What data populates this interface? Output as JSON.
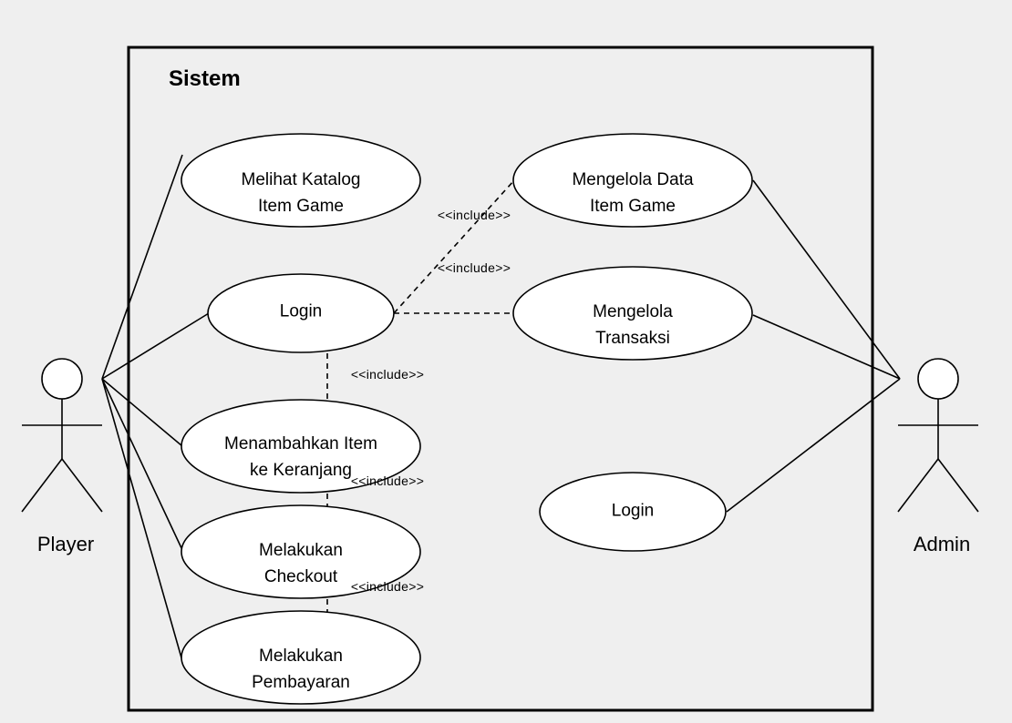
{
  "system": {
    "title": "Sistem"
  },
  "actors": {
    "player": {
      "name": "Player"
    },
    "admin": {
      "name": "Admin"
    }
  },
  "use_cases": {
    "melihat_katalog": {
      "line1": "Melihat Katalog",
      "line2": "Item Game"
    },
    "login_player": {
      "line1": "Login"
    },
    "menambahkan_item": {
      "line1": "Menambahkan Item",
      "line2": "ke Keranjang"
    },
    "melakukan_checkout": {
      "line1": "Melakukan",
      "line2": "Checkout"
    },
    "melakukan_pembayaran": {
      "line1": "Melakukan",
      "line2": "Pembayaran"
    },
    "mengelola_data": {
      "line1": "Mengelola Data",
      "line2": "Item Game"
    },
    "mengelola_transaksi": {
      "line1": "Mengelola",
      "line2": "Transaksi"
    },
    "login_admin": {
      "line1": "Login"
    }
  },
  "relations": {
    "include_data": "<<include>>",
    "include_transaksi": "<<include>>",
    "include_keranjang": "<<include>>",
    "include_checkout": "<<include>>",
    "include_pembayaran": "<<include>>"
  }
}
